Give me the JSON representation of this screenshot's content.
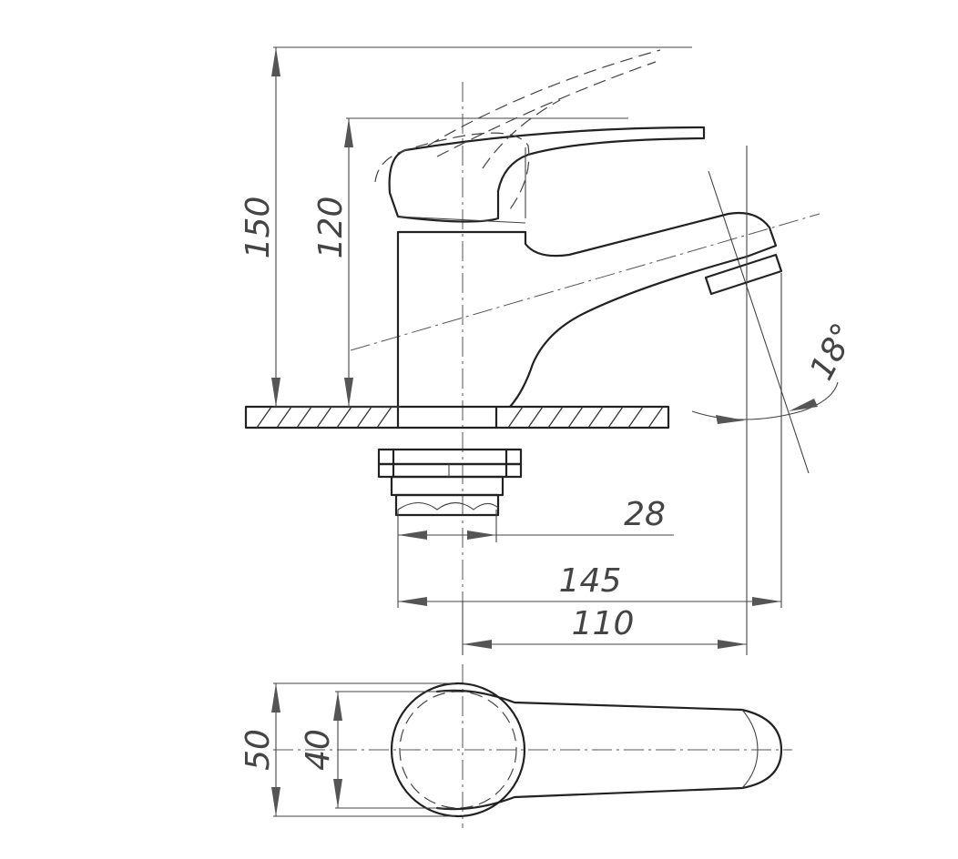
{
  "dimensions": {
    "total_height": "150",
    "handle_height": "120",
    "connector": "28",
    "total_depth": "145",
    "spout_reach": "110",
    "body_outer": "50",
    "body_inner": "40",
    "spout_angle": "18°"
  }
}
